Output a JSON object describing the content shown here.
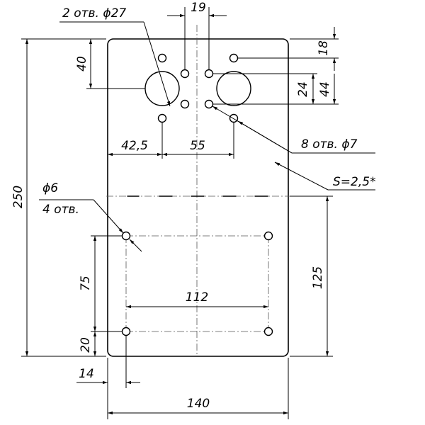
{
  "labels": {
    "holes_large": "2 отв. ϕ27",
    "dim_19": "19",
    "dim_18": "18",
    "dim_40": "40",
    "dim_24": "24",
    "dim_44": "44",
    "dim_42_5": "42,5",
    "dim_55": "55",
    "holes_small": "8 отв. ϕ7",
    "thickness": "S=2,5*",
    "dim_250": "250",
    "hole_6_diam": "ϕ6",
    "hole_6_count": "4 отв.",
    "dim_75": "75",
    "dim_125": "125",
    "dim_112": "112",
    "dim_20": "20",
    "dim_14": "14",
    "dim_140": "140"
  }
}
